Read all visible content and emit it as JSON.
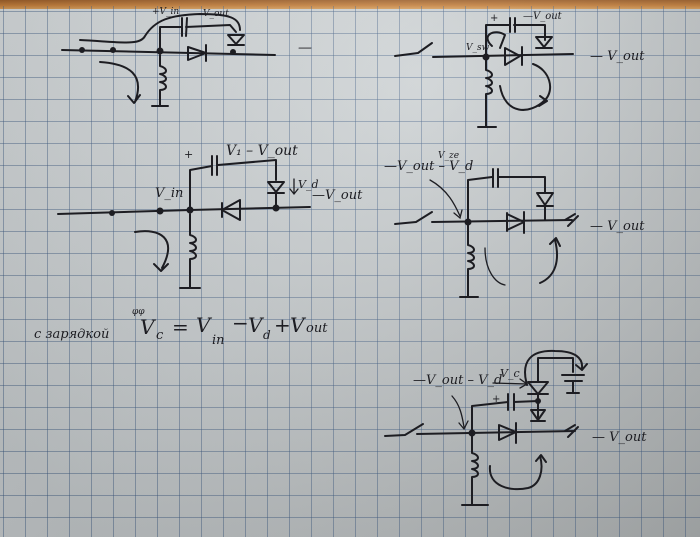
{
  "diagrams": [
    {
      "id": "sketch-1",
      "labels": {
        "cap_left": "+V_in",
        "cap_right": "V_out",
        "dash": "—"
      }
    },
    {
      "id": "sketch-2",
      "labels": {
        "cap_plus": "+",
        "cap_minus": "—V_out",
        "node": "V_sw",
        "output": "— V_out"
      }
    },
    {
      "id": "sketch-3",
      "labels": {
        "cap_plus": "+",
        "cap_voltage": "V₁ – V_out",
        "node": "V_in",
        "diode_drop": "V_d",
        "output": "—V_out"
      }
    },
    {
      "id": "sketch-4",
      "labels": {
        "top_note": "V_ze",
        "node": "—V_out – V_d",
        "output": "— V_out"
      }
    },
    {
      "id": "sketch-5",
      "labels": {
        "node": "—V_out – V_d",
        "cap_voltage": "V_c",
        "cap_plus": "+",
        "output": "— V_out"
      }
    }
  ],
  "equation": {
    "prefix": "с зарядкой",
    "superscript": "φφ",
    "lhs": "V",
    "lhs_sub": "c",
    "equals": "=",
    "term1": "V",
    "term1_sub": "in",
    "minus": "−",
    "term2": "V",
    "term2_sub": "d",
    "plus": "+",
    "term3": "V",
    "term3_sub": "out"
  },
  "colors": {
    "ink": "#1d1d22",
    "grid": "#3c5a82",
    "paper": "#d2d7d9",
    "table": "#c27a34"
  }
}
